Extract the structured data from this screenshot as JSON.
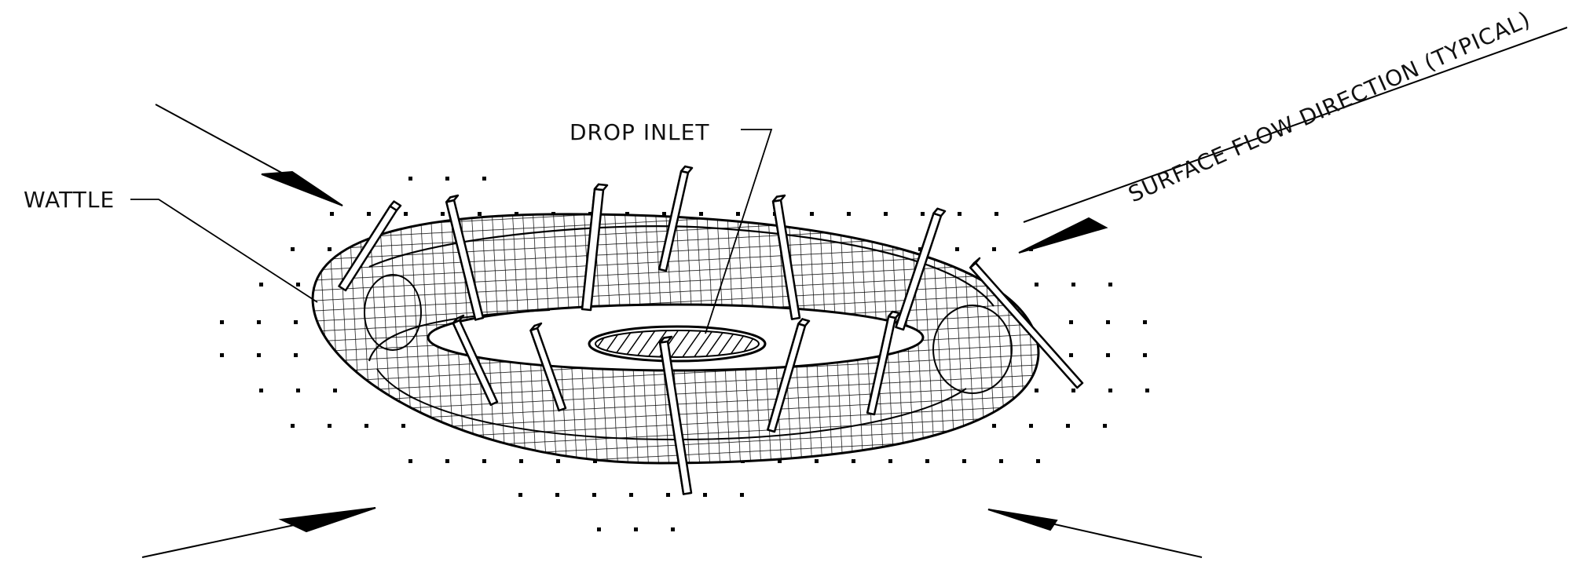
{
  "labels": {
    "drop_inlet": "DROP INLET",
    "wattle": "WATTLE",
    "surface_flow": "SURFACE FLOW DIRECTION (TYPICAL)"
  },
  "colors": {
    "line": "#000000",
    "background": "#ffffff"
  }
}
